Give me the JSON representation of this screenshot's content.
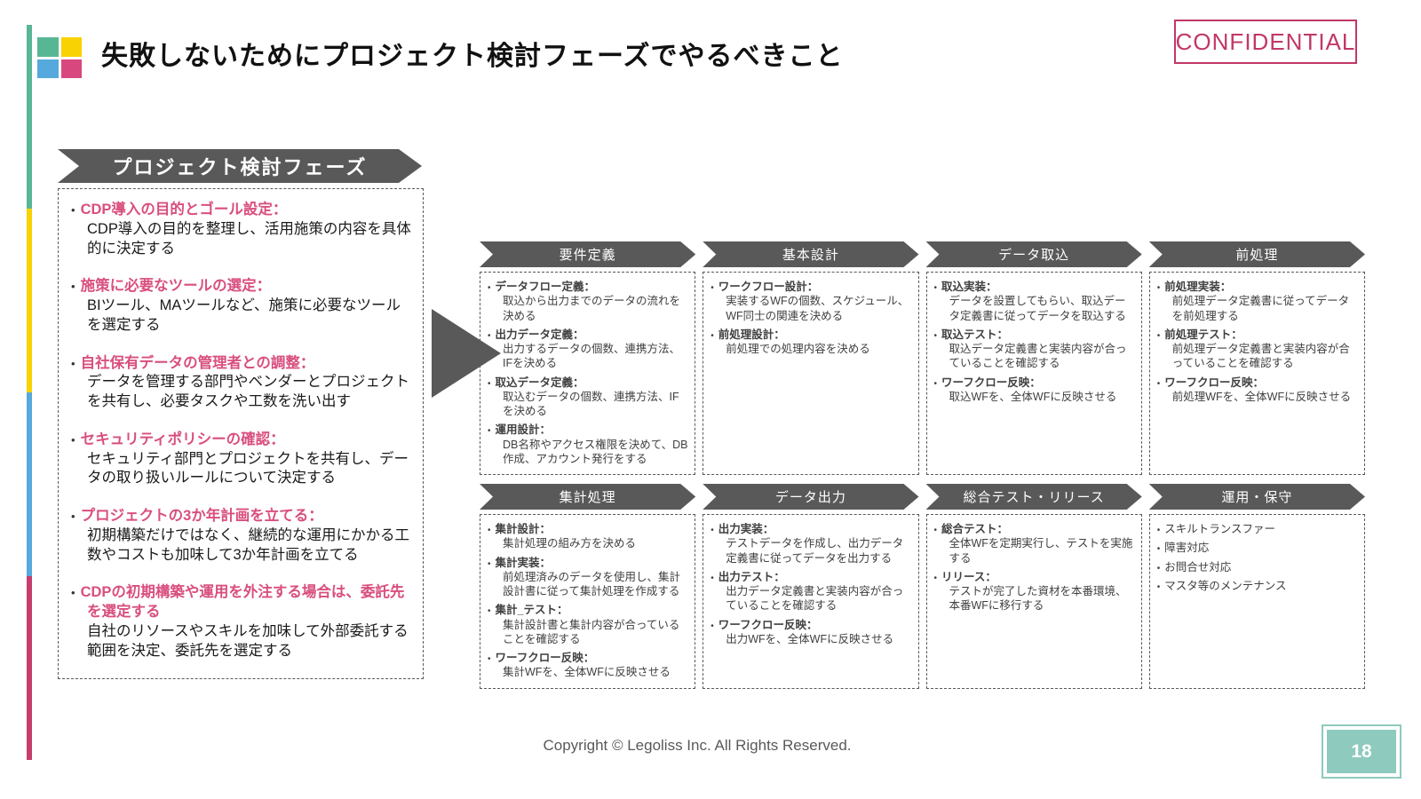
{
  "slide": {
    "title": "失敗しないためにプロジェクト検討フェーズでやるべきこと",
    "confidential": "CONFIDENTIAL",
    "copyright": "Copyright © Legoliss Inc. All Rights Reserved.",
    "page_number": "18",
    "bullet_char": "•"
  },
  "colors": {
    "band_gray": "#595959",
    "pink_accent": "#d94f7f",
    "confidential_pink": "#c23768",
    "page_teal": "#8ecabd",
    "logo": [
      "#57b795",
      "#f8d202",
      "#56a9dd",
      "#d8487e"
    ],
    "accent_bar": [
      "#57b795",
      "#fad202",
      "#56a9dd",
      "#c53e6d"
    ]
  },
  "left_panel": {
    "banner": "プロジェクト検討フェーズ",
    "items": [
      {
        "title": "CDP導入の目的とゴール設定：",
        "desc": "CDP導入の目的を整理し、活用施策の内容を具体的に決定する"
      },
      {
        "title": "施策に必要なツールの選定：",
        "desc": "BIツール、MAツールなど、施策に必要なツールを選定する"
      },
      {
        "title": "自社保有データの管理者との調整：",
        "desc": "データを管理する部門やベンダーとプロジェクトを共有し、必要タスクや工数を洗い出す"
      },
      {
        "title": "セキュリティポリシーの確認：",
        "desc": "セキュリティ部門とプロジェクトを共有し、データの取り扱いルールについて決定する"
      },
      {
        "title": "プロジェクトの3か年計画を立てる：",
        "desc": "初期構築だけではなく、継続的な運用にかかる工数やコストも加味して3か年計画を立てる"
      },
      {
        "title": "CDPの初期構築や運用を外注する場合は、委託先を選定する",
        "desc": "自社のリソースやスキルを加味して外部委託する範囲を決定、委託先を選定する"
      }
    ]
  },
  "phases": [
    {
      "header": "要件定義",
      "items": [
        {
          "title": "データフロー定義：",
          "desc": "取込から出力までのデータの流れを決める"
        },
        {
          "title": "出力データ定義：",
          "desc": "出力するデータの個数、連携方法、IFを決める"
        },
        {
          "title": "取込データ定義：",
          "desc": "取込むデータの個数、連携方法、IFを決める"
        },
        {
          "title": "運用設計：",
          "desc": "DB名称やアクセス権限を決めて、DB作成、アカウント発行をする"
        }
      ]
    },
    {
      "header": "基本設計",
      "items": [
        {
          "title": "ワークフロー設計：",
          "desc": "実装するWFの個数、スケジュール、WF同士の関連を決める"
        },
        {
          "title": "前処理設計：",
          "desc": "前処理での処理内容を決める"
        }
      ]
    },
    {
      "header": "データ取込",
      "items": [
        {
          "title": "取込実装：",
          "desc": "データを設置してもらい、取込データ定義書に従ってデータを取込する"
        },
        {
          "title": "取込テスト：",
          "desc": "取込データ定義書と実装内容が合っていることを確認する"
        },
        {
          "title": "ワーフクロー反映：",
          "desc": "取込WFを、全体WFに反映させる"
        }
      ]
    },
    {
      "header": "前処理",
      "items": [
        {
          "title": "前処理実装：",
          "desc": "前処理データ定義書に従ってデータを前処理する"
        },
        {
          "title": "前処理テスト：",
          "desc": "前処理データ定義書と実装内容が合っていることを確認する"
        },
        {
          "title": "ワーフクロー反映：",
          "desc": "前処理WFを、全体WFに反映させる"
        }
      ]
    },
    {
      "header": "集計処理",
      "items": [
        {
          "title": "集計設計：",
          "desc": "集計処理の組み方を決める"
        },
        {
          "title": "集計実装：",
          "desc": "前処理済みのデータを使用し、集計設計書に従って集計処理を作成する"
        },
        {
          "title": "集計_テスト：",
          "desc": "集計設計書と集計内容が合っていることを確認する"
        },
        {
          "title": "ワーフクロー反映：",
          "desc": "集計WFを、全体WFに反映させる"
        }
      ]
    },
    {
      "header": "データ出力",
      "items": [
        {
          "title": "出力実装：",
          "desc": "テストデータを作成し、出力データ定義書に従ってデータを出力する"
        },
        {
          "title": "出力テスト：",
          "desc": "出力データ定義書と実装内容が合っていることを確認する"
        },
        {
          "title": "ワーフクロー反映：",
          "desc": "出力WFを、全体WFに反映させる"
        }
      ]
    },
    {
      "header": "総合テスト・リリース",
      "items": [
        {
          "title": "総合テスト：",
          "desc": "全体WFを定期実行し、テストを実施する"
        },
        {
          "title": "リリース：",
          "desc": "テストが完了した資材を本番環境、本番WFに移行する"
        }
      ]
    },
    {
      "header": "運用・保守",
      "items": [
        {
          "title": "",
          "desc": "スキルトランスファー"
        },
        {
          "title": "",
          "desc": "障害対応"
        },
        {
          "title": "",
          "desc": "お問合せ対応"
        },
        {
          "title": "",
          "desc": "マスタ等のメンテナンス"
        }
      ]
    }
  ]
}
